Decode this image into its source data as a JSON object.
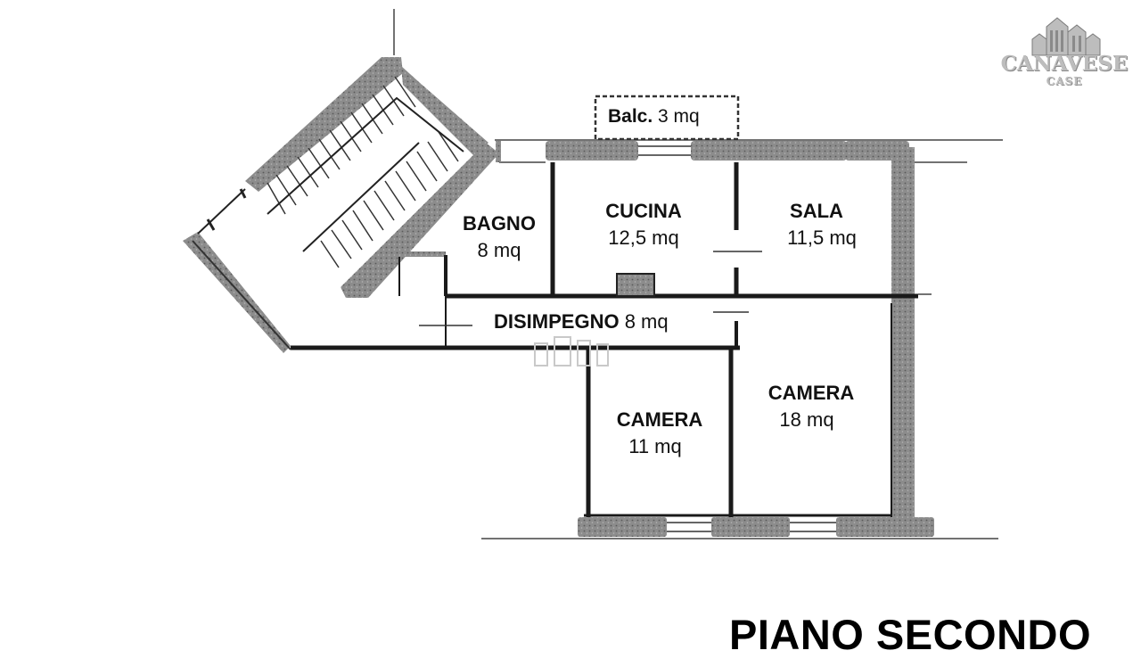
{
  "logo": {
    "brand": "CANAVESE",
    "sub": "CASE",
    "icon": "houses-icon"
  },
  "rooms": {
    "balcony": {
      "name": "Balc.",
      "area": "3 mq"
    },
    "bathroom": {
      "name": "BAGNO",
      "area": "8 mq"
    },
    "kitchen": {
      "name": "CUCINA",
      "area": "12,5 mq"
    },
    "living": {
      "name": "SALA",
      "area": "11,5 mq"
    },
    "hallway": {
      "name": "DISIMPEGNO",
      "area": "8 mq"
    },
    "bedroom_small": {
      "name": "CAMERA",
      "area": "11 mq"
    },
    "bedroom_large": {
      "name": "CAMERA",
      "area": "18 mq"
    }
  },
  "floor_title": "PIANO SECONDO",
  "colors": {
    "wall": "#7d7d7d",
    "line": "#1a1a1a",
    "logo": "#bdbdbd"
  }
}
